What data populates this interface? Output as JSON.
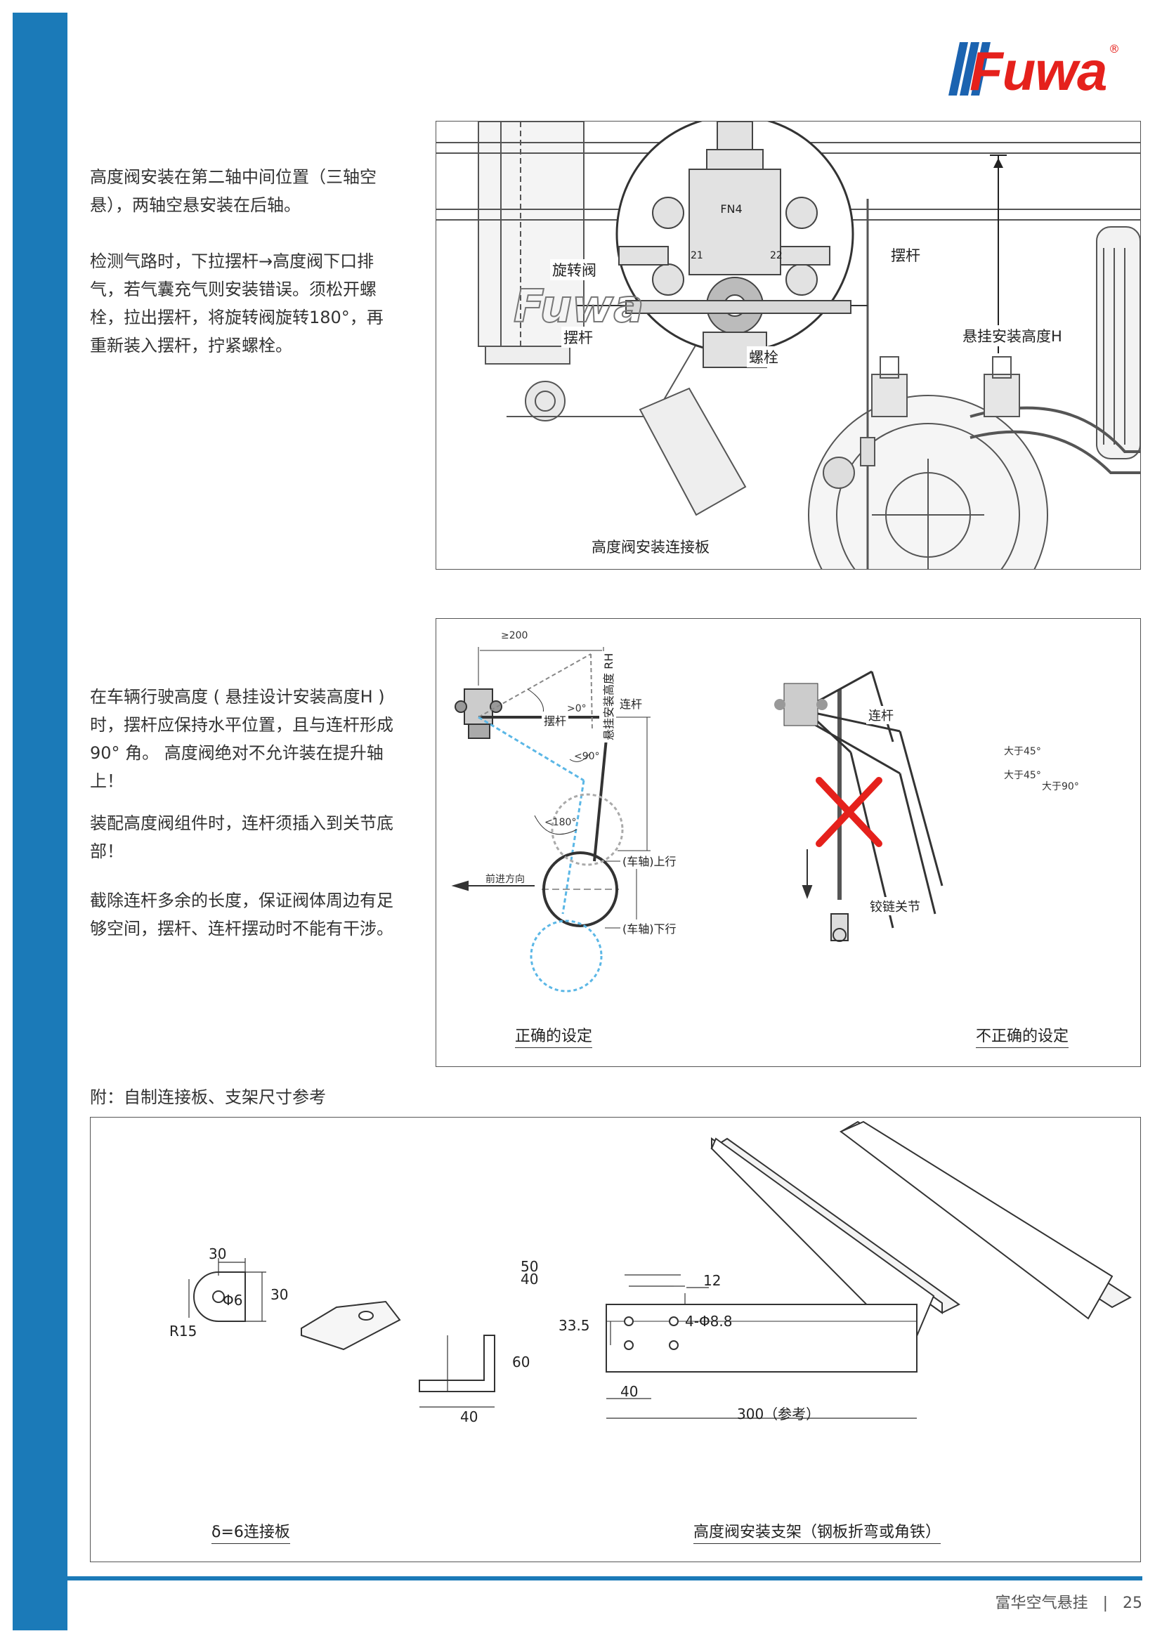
{
  "brand": {
    "name": "Fuwa",
    "reg": "®"
  },
  "intro": {
    "p1": "高度阀安装在第二轴中间位置（三轴空悬），两轴空悬安装在后轴。",
    "p2": "检测气路时，下拉摆杆→高度阀下口排气，若气囊充气则安装错误。须松开螺栓，拉出摆杆，将旋转阀旋转180°，再重新装入摆杆，拧紧螺栓。"
  },
  "fig1": {
    "labels": {
      "rotary_valve": "旋转阀",
      "lever_a": "摆杆",
      "lever_b": "摆杆",
      "bolt": "螺栓",
      "height": "悬挂安装高度H",
      "plate": "高度阀安装连接板",
      "valve_code": "FN4",
      "port_21": "21",
      "port_22": "22",
      "frame_text": "Fuwa"
    }
  },
  "section2": {
    "p1": "在车辆行驶高度 ( 悬挂设计安装高度H ) 时，摆杆应保持水平位置，且与连杆形成 90° 角。 高度阀绝对不允许装在提升轴上！",
    "p2": "装配高度阀组件时，连杆须插入到关节底部！",
    "p3": "截除连杆多余的长度，保证阀体周边有足够空间，摆杆、连杆摆动时不能有干涉。"
  },
  "fig2": {
    "labels": {
      "min_200": "≥200",
      "link_a": "连杆",
      "lever": "摆杆",
      "gt0": ">0°",
      "lt90": "<90°",
      "lt180": "<180°",
      "direction": "前进方向",
      "axle_up": "(车轴)上行",
      "axle_down": "(车轴)下行",
      "rh": "悬挂安装高度 RH",
      "link_b": "连杆",
      "joint": "铰链关节",
      "gt45_a": "大于45°",
      "gt45_b": "大于45°",
      "gt90": "大于90°"
    },
    "captions": {
      "correct": "正确的设定",
      "incorrect": "不正确的设定"
    }
  },
  "appendix": {
    "title": "附：自制连接板、支架尺寸参考",
    "plate": {
      "caption": "δ=6连接板",
      "w": "30",
      "h": "30",
      "hole": "Φ6",
      "radius": "R15"
    },
    "bracket": {
      "caption": "高度阀安装支架（钢板折弯或角铁）",
      "d50": "50",
      "d40a": "40",
      "d12": "12",
      "holes": "4-Φ8.8",
      "d335": "33.5",
      "d40b": "40",
      "d300": "300（参考）",
      "side_h": "60",
      "side_w": "40"
    }
  },
  "footer": {
    "text": "富华空气悬挂",
    "sep": "|",
    "page": "25"
  }
}
